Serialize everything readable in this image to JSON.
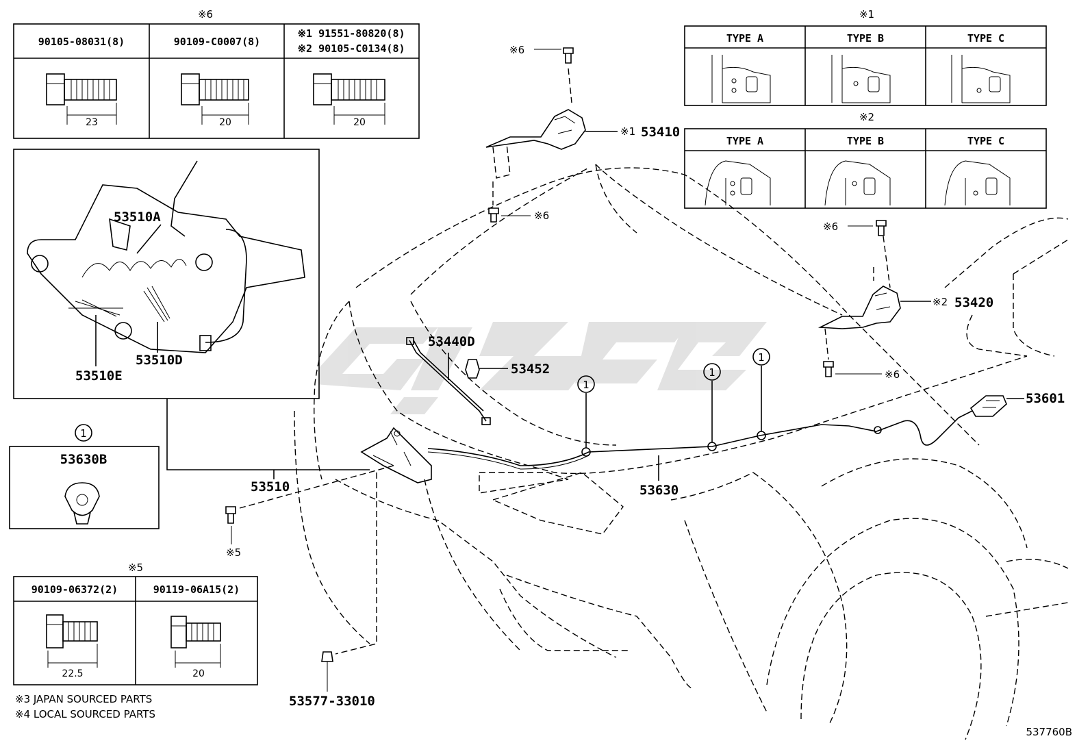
{
  "diagram_code": "537760B",
  "watermark": "GLG",
  "top_left_table": {
    "mark": "※6",
    "cols": [
      {
        "part": "90105-08031(8)",
        "dim": "23"
      },
      {
        "part": "90109-C0007(8)",
        "dim": "20"
      },
      {
        "part_line1": "※1 91551-80820(8)",
        "part_line2": "※2 90105-C0134(8)",
        "dim": "20"
      }
    ]
  },
  "type_table_1": {
    "mark": "※1",
    "types": [
      "TYPE A",
      "TYPE B",
      "TYPE C"
    ]
  },
  "type_table_2": {
    "mark": "※2",
    "types": [
      "TYPE A",
      "TYPE B",
      "TYPE C"
    ]
  },
  "inset_labels": {
    "a": "53510A",
    "e": "53510E",
    "d": "53510D"
  },
  "clip_box": {
    "circle": "1",
    "part": "53630B"
  },
  "bottom_table": {
    "mark": "※5",
    "cols": [
      {
        "part": "90109-06372(2)",
        "dim": "22.5"
      },
      {
        "part": "90119-06A15(2)",
        "dim": "20"
      }
    ]
  },
  "notes": [
    "※3 JAPAN SOURCED PARTS",
    "※4 LOCAL SOURCED PARTS"
  ],
  "callouts": {
    "p53410": "53410",
    "p53410_mark": "※1",
    "p53420": "53420",
    "p53420_mark": "※2",
    "p53440D": "53440D",
    "p53452": "53452",
    "p53601": "53601",
    "p53630": "53630",
    "p53510": "53510",
    "p53577": "53577-33010",
    "bolt_mark_6": "※6",
    "bolt_mark_5": "※5",
    "circle_ref": "1"
  }
}
